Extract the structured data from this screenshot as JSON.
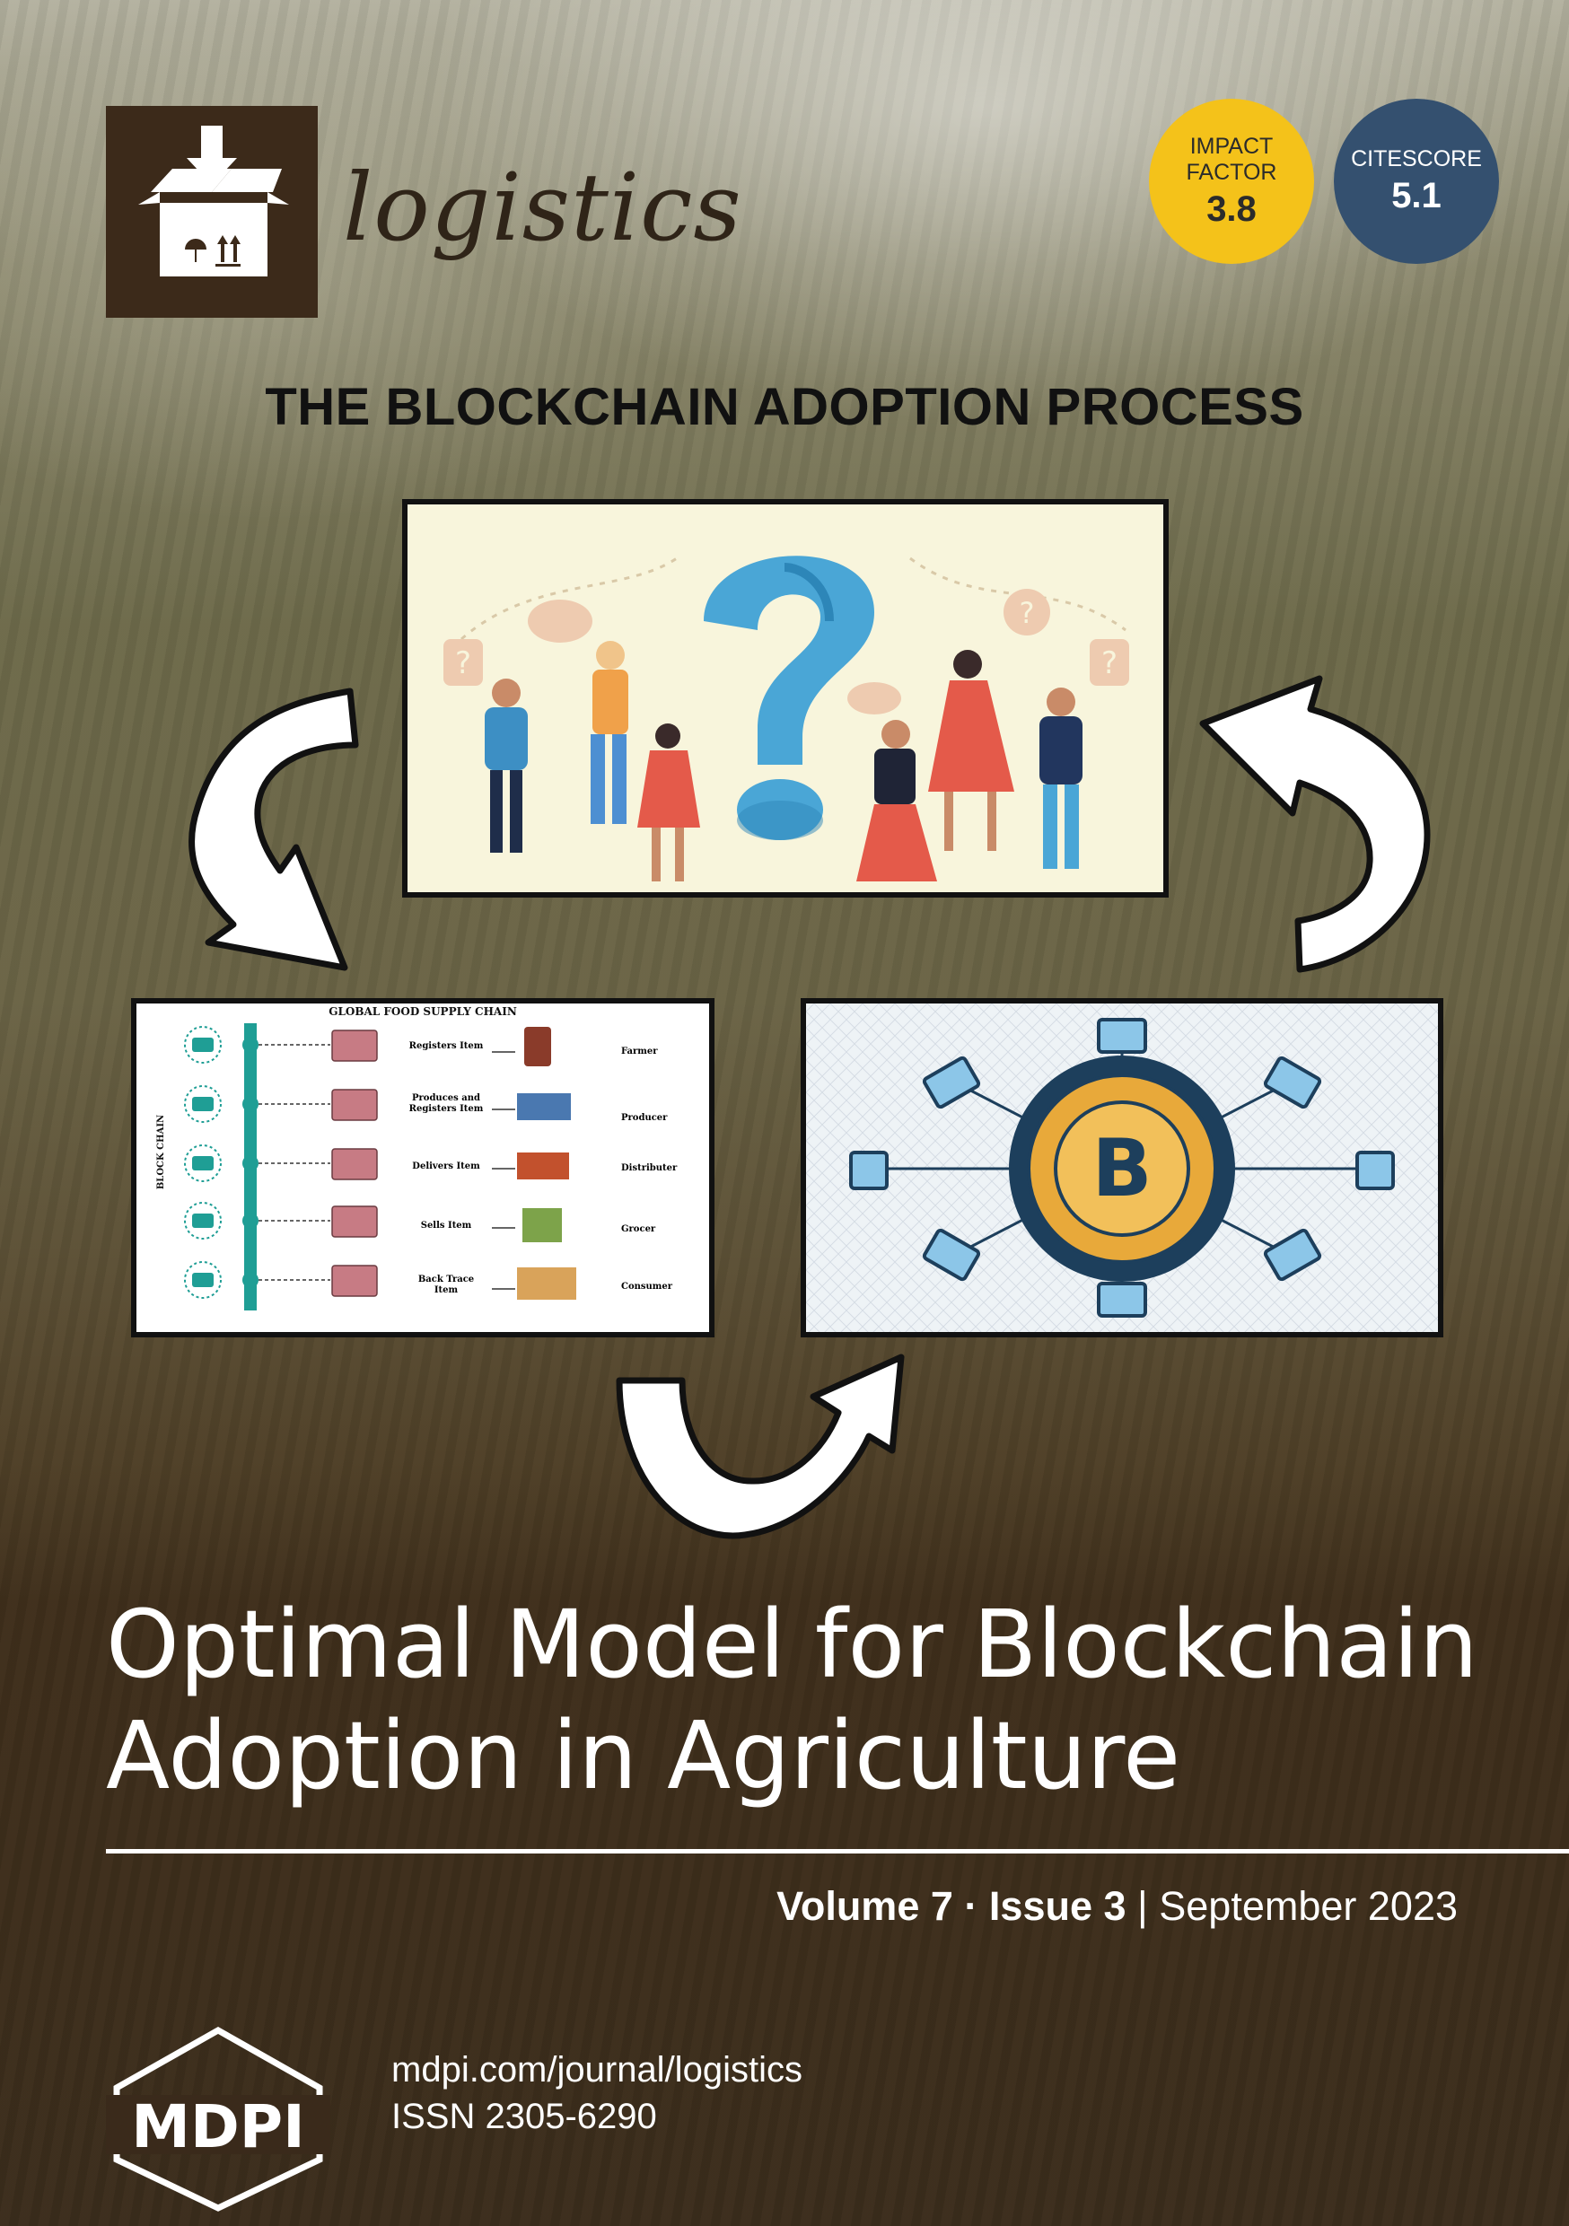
{
  "journal": {
    "name": "logistics",
    "impact_factor_label_1": "IMPACT",
    "impact_factor_label_2": "FACTOR",
    "impact_factor_value": "3.8",
    "citescore_label": "CITESCORE",
    "citescore_value": "5.1"
  },
  "headline": "THE BLOCKCHAIN ADOPTION PROCESS",
  "supply_chain": {
    "title": "GLOBAL FOOD SUPPLY CHAIN",
    "side_label": "BLOCK CHAIN",
    "rows": [
      {
        "action": "Registers Item",
        "role": "Farmer"
      },
      {
        "action": "Produces and Registers Item",
        "role": "Producer"
      },
      {
        "action": "Delivers Item",
        "role": "Distributer"
      },
      {
        "action": "Sells Item",
        "role": "Grocer"
      },
      {
        "action": "Back Trace Item",
        "role": "Consumer"
      }
    ]
  },
  "title": {
    "line1": "Optimal Model for Blockchain",
    "line2": "Adoption in Agriculture"
  },
  "issue": {
    "volume": "Volume 7",
    "separator": "·",
    "issue": "Issue 3",
    "bar": "|",
    "date": "September 2023"
  },
  "publisher": {
    "name": "MDPI",
    "url": "mdpi.com/journal/logistics",
    "issn": "ISSN 2305-6290"
  },
  "colors": {
    "impact_badge": "#f4c21a",
    "citescore_badge": "#34506f",
    "logo_box": "#3c2a1a",
    "bottom_band": "#3a2a1b"
  }
}
